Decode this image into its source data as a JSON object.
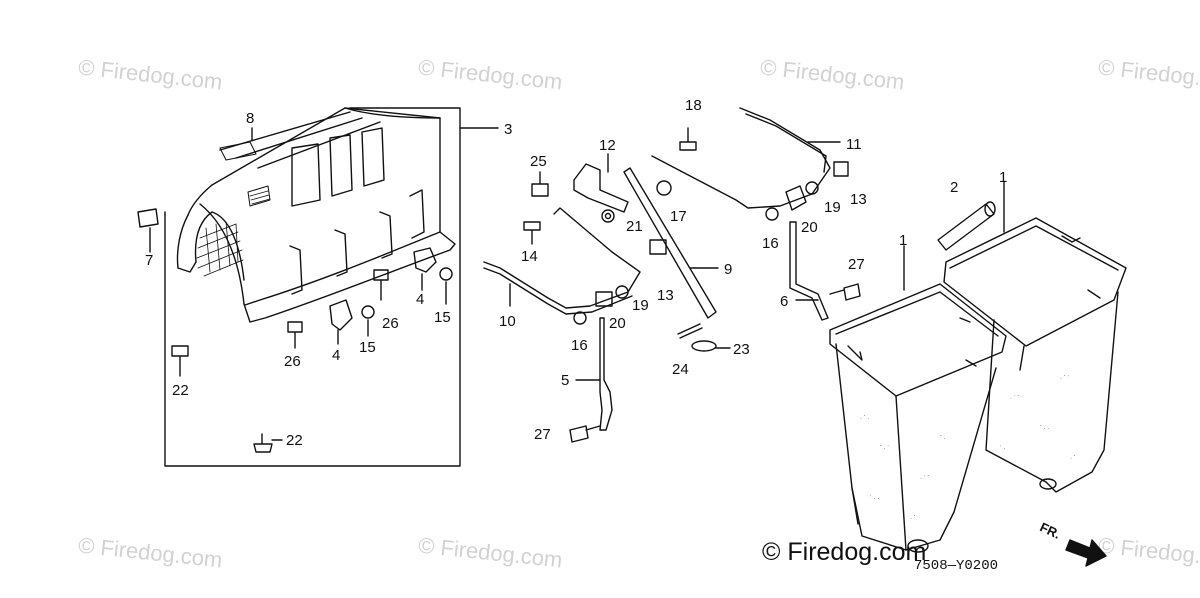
{
  "watermark": {
    "text": "© Firedog.com"
  },
  "footer": {
    "copyright": "© Firedog.com",
    "diagram_code": "7508—Y0200",
    "direction_label": "FR."
  },
  "callouts": {
    "c1a": "1",
    "c1b": "1",
    "c2": "2",
    "c3": "3",
    "c4a": "4",
    "c4b": "4",
    "c5": "5",
    "c6": "6",
    "c7": "7",
    "c8": "8",
    "c9": "9",
    "c10": "10",
    "c11": "11",
    "c12": "12",
    "c13a": "13",
    "c13b": "13",
    "c14": "14",
    "c15a": "15",
    "c15b": "15",
    "c16a": "16",
    "c16b": "16",
    "c17": "17",
    "c18": "18",
    "c19a": "19",
    "c19b": "19",
    "c20a": "20",
    "c20b": "20",
    "c21": "21",
    "c22a": "22",
    "c22b": "22",
    "c23": "23",
    "c24": "24",
    "c25": "25",
    "c26a": "26",
    "c26b": "26",
    "c27a": "27",
    "c27b": "27"
  }
}
